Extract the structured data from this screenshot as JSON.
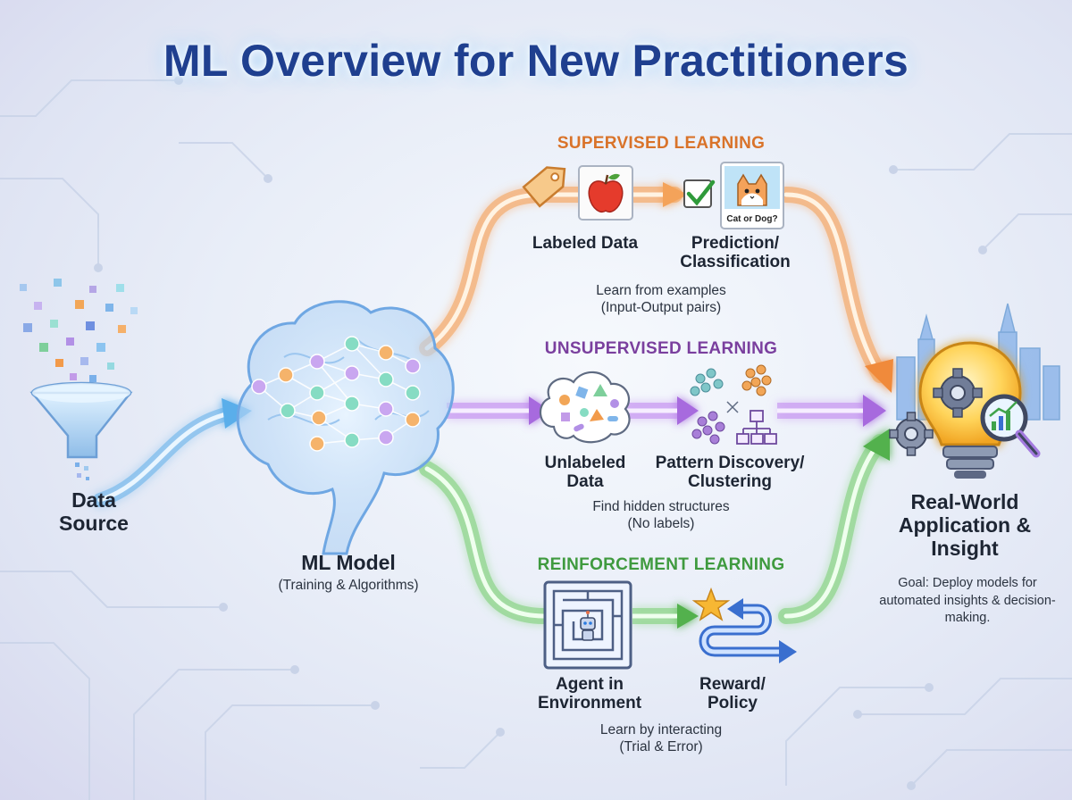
{
  "title": "ML Overview for New Practitioners",
  "source": {
    "label": "Data Source"
  },
  "model": {
    "label": "ML Model",
    "sub": "(Training & Algorithms)"
  },
  "supervised": {
    "title": "SUPERVISED LEARNING",
    "step1": "Labeled Data",
    "step2": "Prediction/ Classification",
    "desc_line1": "Learn from examples",
    "desc_line2": "(Input-Output pairs)",
    "image_caption": "Cat or Dog?",
    "color": "#d9732a"
  },
  "unsupervised": {
    "title": "UNSUPERVISED LEARNING",
    "step1": "Unlabeled Data",
    "step2": "Pattern Discovery/ Clustering",
    "desc_line1": "Find hidden structures",
    "desc_line2": "(No labels)",
    "color": "#7a3f9e"
  },
  "reinforcement": {
    "title": "REINFORCEMENT LEARNING",
    "step1": "Agent in Environment",
    "step2": "Reward/ Policy",
    "desc_line1": "Learn by interacting",
    "desc_line2": "(Trial & Error)",
    "color": "#3f9a3f"
  },
  "output": {
    "label": "Real-World Application & Insight",
    "goal": "Goal: Deploy models for automated insights & decision-making."
  },
  "icons": [
    "funnel-icon",
    "brain-network-icon",
    "tag-icon",
    "apple-icon",
    "checkmark-icon",
    "cat-icon",
    "shapes-cloud-icon",
    "clusters-icon",
    "hierarchy-icon",
    "maze-icon",
    "robot-icon",
    "star-icon",
    "loop-arrow-icon",
    "lightbulb-icon",
    "gear-icon",
    "magnifier-chart-icon",
    "city-skyline-icon"
  ],
  "colors": {
    "title": "#1f3f8f",
    "flow_blue": "#5aaeea",
    "flow_orange": "#f4a35a",
    "flow_purple": "#c38ef0",
    "flow_green": "#7fd17a"
  }
}
